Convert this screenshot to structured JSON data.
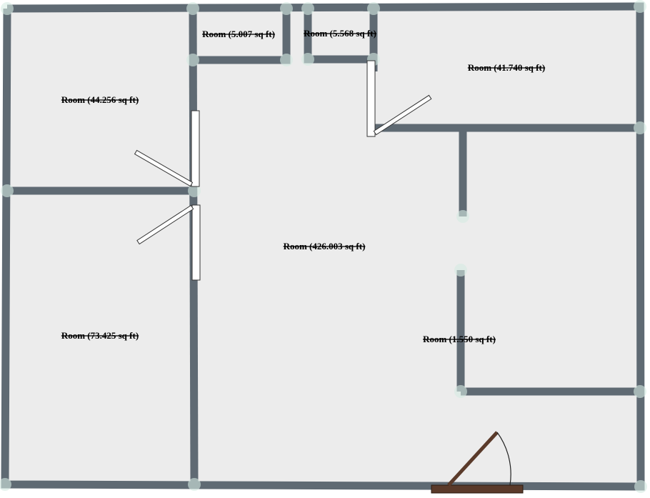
{
  "colors": {
    "floor": "#ececec",
    "wall": "#5f6a73",
    "node": "#d6ebe2",
    "door_panel": "#ffffff",
    "door_stroke": "#333333",
    "entry_door": "#5a3a2a"
  },
  "rooms": [
    {
      "id": "room-top-left",
      "label": "Room (44.256 sq ft)"
    },
    {
      "id": "room-small-1",
      "label": "Room (5.007 sq ft)"
    },
    {
      "id": "room-small-2",
      "label": "Room (5.568 sq ft)"
    },
    {
      "id": "room-top-right",
      "label": "Room (41.740 sq ft)"
    },
    {
      "id": "room-main",
      "label": "Room (426.003 sq ft)"
    },
    {
      "id": "room-bottom-left",
      "label": "Room (73.425 sq ft)"
    },
    {
      "id": "room-right",
      "label": "Room (1.550 sq ft)"
    }
  ]
}
